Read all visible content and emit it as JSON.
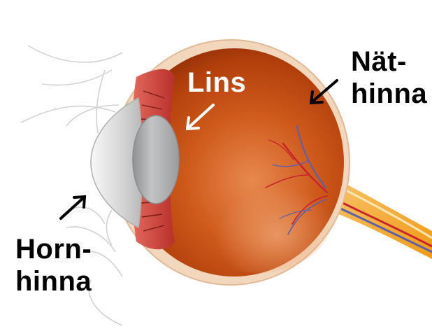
{
  "labels": {
    "lens": {
      "lines": [
        "Lins"
      ]
    },
    "retina": {
      "lines": [
        "Nät-",
        "hinna"
      ]
    },
    "cornea": {
      "lines": [
        "Horn-",
        "hinna"
      ]
    }
  },
  "colors": {
    "label_dark": "#000000",
    "label_light": "#ffffff",
    "eyeball": "#c4470e",
    "sclera_rim": "#f3d3b5",
    "lens": "#a9abac",
    "cornea": "#e6e6e6",
    "optic_nerve": "#f6a21e",
    "vessel_red": "#c8232c",
    "vessel_blue": "#5d5fa9",
    "ciliary": "#cf4a3e",
    "outline": "#cfcfcf"
  }
}
